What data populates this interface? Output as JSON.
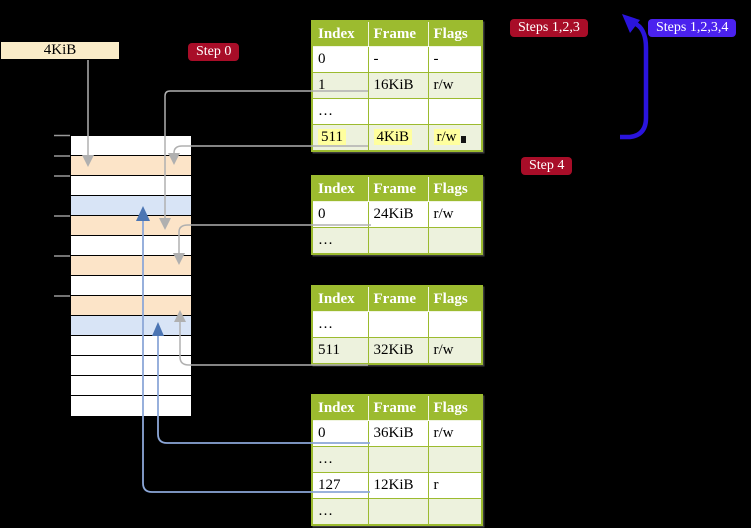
{
  "labels": {
    "frame_size": "4KiB",
    "step0": "Step 0",
    "steps123": "Steps 1,2,3",
    "steps1234": "Steps 1,2,3,4",
    "step4": "Step 4"
  },
  "colors": {
    "cream": "#faecc8",
    "peach": "#fce4c8",
    "light_blue": "#d8e4f6",
    "badge_red": "#a80d28",
    "badge_violet": "#4b22ee",
    "header_green": "#9cbb2f",
    "row_green": "#edf2dd",
    "highlight_yellow": "#ffff9e",
    "arrow_gray": "#b0b0b0",
    "arrow_blue_line": "#8ca7d8",
    "arrow_blue_head": "#4c75b3",
    "loop_blue": "#2a14dd",
    "tick_gray": "#999999"
  },
  "memory_column": {
    "rows": [
      "white",
      "peach",
      "white",
      "blue",
      "peach",
      "white",
      "peach",
      "white",
      "peach",
      "blue",
      "white",
      "white",
      "white",
      "white"
    ]
  },
  "tables": [
    {
      "headers": [
        "Index",
        "Frame",
        "Flags"
      ],
      "rows": [
        {
          "cells": [
            "0",
            "-",
            "-"
          ]
        },
        {
          "cells": [
            "1",
            "16KiB",
            "r/w"
          ]
        },
        {
          "cells": [
            "…",
            "",
            ""
          ]
        },
        {
          "cells": [
            "511",
            "4KiB",
            "r/w"
          ],
          "highlight": true
        }
      ]
    },
    {
      "headers": [
        "Index",
        "Frame",
        "Flags"
      ],
      "rows": [
        {
          "cells": [
            "0",
            "24KiB",
            "r/w"
          ]
        },
        {
          "cells": [
            "…",
            "",
            ""
          ]
        }
      ]
    },
    {
      "headers": [
        "Index",
        "Frame",
        "Flags"
      ],
      "rows": [
        {
          "cells": [
            "…",
            "",
            ""
          ]
        },
        {
          "cells": [
            "511",
            "32KiB",
            "r/w"
          ]
        }
      ]
    },
    {
      "headers": [
        "Index",
        "Frame",
        "Flags"
      ],
      "rows": [
        {
          "cells": [
            "0",
            "36KiB",
            "r/w"
          ]
        },
        {
          "cells": [
            "…",
            "",
            ""
          ]
        },
        {
          "cells": [
            "127",
            "12KiB",
            "r"
          ]
        },
        {
          "cells": [
            "…",
            "",
            ""
          ]
        }
      ]
    }
  ]
}
